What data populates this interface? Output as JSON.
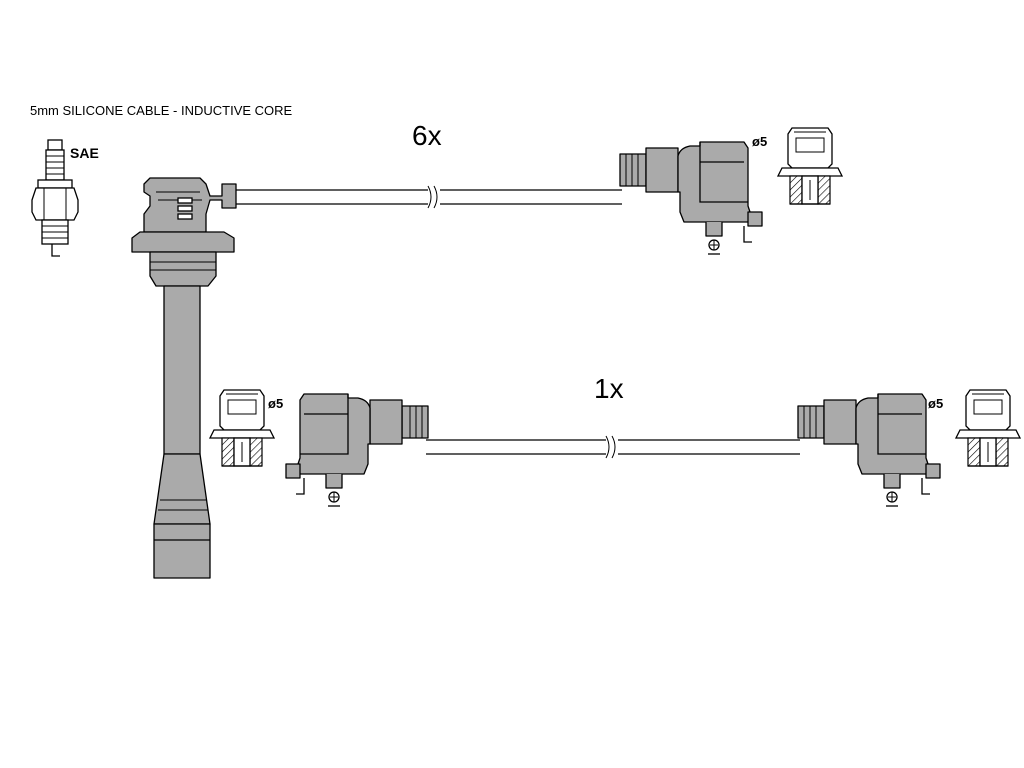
{
  "header": {
    "cable_note": "5mm SILICONE CABLE - INDUCTIVE CORE",
    "spark_plug_label": "SAE"
  },
  "upper_lead": {
    "quantity": "6x",
    "terminal_diameter": "ø5"
  },
  "lower_lead": {
    "quantity": "1x",
    "left_terminal_diameter": "ø5",
    "right_terminal_diameter": "ø5"
  },
  "colors": {
    "part_fill": "#aaaaaa",
    "outline": "#000000",
    "background": "#ffffff"
  }
}
